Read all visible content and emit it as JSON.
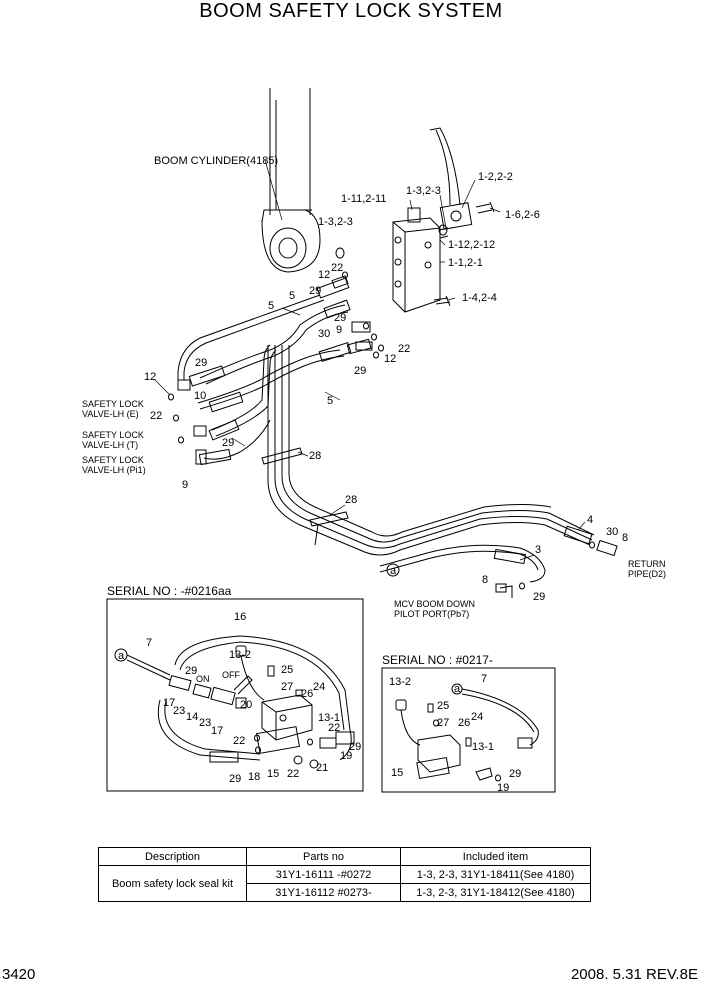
{
  "title": "BOOM SAFETY LOCK SYSTEM",
  "labels": {
    "boom_cylinder": "BOOM CYLINDER(4185)",
    "p_1_2_2_2": "1-2,2-2",
    "p_1_3_2_3_top": "1-3,2-3",
    "p_1_6_2_6": "1-6,2-6",
    "p_1_11_2_11": "1-11,2-11",
    "p_1_3_2_3_left": "1-3,2-3",
    "p_1_12_2_12": "1-12,2-12",
    "p_1_1_2_1": "1-1,2-1",
    "p_1_4_2_4": "1-4,2-4",
    "p_12a": "12",
    "p_22a": "22",
    "p_29a": "29",
    "p_5a": "5",
    "p_5b": "5",
    "p_29b": "29",
    "p_30a": "30",
    "p_9a": "9",
    "p_22b": "22",
    "p_12b": "12",
    "p_29c": "29",
    "p_29d": "29",
    "p_12c": "12",
    "p_10": "10",
    "p_5c": "5",
    "p_22c": "22",
    "p_29e": "29",
    "p_9b": "9",
    "p_28a": "28",
    "p_28b": "28",
    "p_4": "4",
    "p_30b": "30",
    "p_8a": "8",
    "p_3": "3",
    "p_8b": "8",
    "p_29f": "29",
    "circle_a_main": "a",
    "safety_e_1": "SAFETY LOCK",
    "safety_e_2": "VALVE-LH (E)",
    "safety_t_1": "SAFETY LOCK",
    "safety_t_2": "VALVE-LH (T)",
    "safety_pi_1": "SAFETY LOCK",
    "safety_pi_2": "VALVE-LH (Pi1)",
    "return_1": "RETURN",
    "return_2": "PIPE(D2)",
    "mcv_1": "MCV BOOM DOWN",
    "mcv_2": "PILOT PORT(Pb7)"
  },
  "inset_left": {
    "serial": "SERIAL NO : -#0216aa",
    "labels": {
      "p16": "16",
      "p7": "7",
      "a": "a",
      "p13_2": "13-2",
      "p25": "25",
      "p27": "27",
      "p29a": "29",
      "p26": "26",
      "p24": "24",
      "p17a": "17",
      "p23a": "23",
      "p14": "14",
      "p23b": "23",
      "p17b": "17",
      "p20": "20",
      "p13_1": "13-1",
      "p22a": "22",
      "p22b": "22",
      "p29b": "29",
      "p19": "19",
      "p29c": "29",
      "p18": "18",
      "p15": "15",
      "p22c": "22",
      "p21": "21",
      "on": "ON",
      "off": "OFF"
    }
  },
  "inset_right": {
    "serial": "SERIAL NO : #0217-",
    "labels": {
      "p13_2": "13-2",
      "a": "a",
      "p7": "7",
      "p25": "25",
      "p27": "27",
      "p26": "26",
      "p24": "24",
      "p13_1": "13-1",
      "p15": "15",
      "p29": "29",
      "p19": "19"
    }
  },
  "table": {
    "headers": [
      "Description",
      "Parts no",
      "Included item"
    ],
    "description": "Boom safety lock seal kit",
    "rows": [
      {
        "part": "31Y1-16111  -#0272",
        "included": "1-3, 2-3, 31Y1-18411(See 4180)"
      },
      {
        "part": "31Y1-16112  #0273-",
        "included": "1-3, 2-3, 31Y1-18412(See 4180)"
      }
    ]
  },
  "footer": {
    "page": "3420",
    "revision": "2008. 5.31 REV.8E"
  }
}
